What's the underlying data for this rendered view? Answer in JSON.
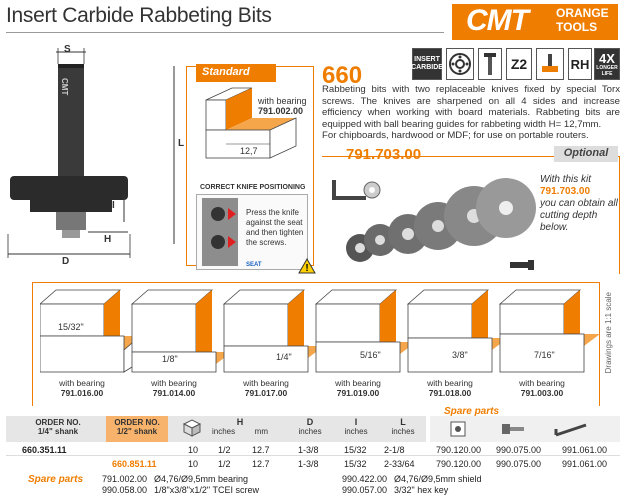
{
  "page": {
    "title": "Insert Carbide Rabbeting Bits"
  },
  "brand": {
    "name": "CMT",
    "line1": "ORANGE",
    "line2": "TOOLS",
    "color": "#ef7d00"
  },
  "badges": [
    {
      "label": "INSERT CARBIDE",
      "icon": "insert-carbide-icon"
    },
    {
      "label": "",
      "icon": "bearing-icon"
    },
    {
      "label": "",
      "icon": "torx-screw-icon"
    },
    {
      "label": "Z2",
      "icon": "z2-icon"
    },
    {
      "label": "",
      "icon": "shank-icon"
    },
    {
      "label": "RH",
      "icon": "rh-icon"
    },
    {
      "label": "4X",
      "sub": "LONGER LIFE",
      "icon": "4x-icon"
    }
  ],
  "product": {
    "code": "660",
    "description": "Rabbeting bits with two replaceable knives fixed by special Torx screws. The knives are sharpened on all 4 sides and increase efficiency when working with board materials. Rabbeting bits are equipped with ball bearing guides for rabbeting width H= 12,7mm.",
    "usage": "For chipboards, hardwood or MDF; for use on portable routers."
  },
  "diagram": {
    "labels": {
      "s": "S",
      "l": "L",
      "i": "I",
      "h": "H",
      "d": "D"
    },
    "shank_text": "CMT"
  },
  "standard": {
    "tag": "Standard",
    "caption": "with bearing",
    "code": "791.002.00",
    "dimension": "12,7"
  },
  "knife_position": {
    "title": "CORRECT KNIFE POSITIONING",
    "text": "Press the knife against the seat and then tighten the screws.",
    "seat_label": "SEAT"
  },
  "kit": {
    "code": "791.703.00",
    "tag": "Optional",
    "text_before": "With this kit",
    "text_code": "791.703.00",
    "text_after": "you can obtain all cutting depth below."
  },
  "profiles": [
    {
      "depth": "15/32\"",
      "caption": "with bearing",
      "code": "791.016.00"
    },
    {
      "depth": "1/8\"",
      "caption": "with bearing",
      "code": "791.014.00"
    },
    {
      "depth": "1/4\"",
      "caption": "with bearing",
      "code": "791.017.00"
    },
    {
      "depth": "5/16\"",
      "caption": "with bearing",
      "code": "791.019.00"
    },
    {
      "depth": "3/8\"",
      "caption": "with bearing",
      "code": "791.018.00"
    },
    {
      "depth": "7/16\"",
      "caption": "with bearing",
      "code": "791.003.00"
    }
  ],
  "scale_note": "Drawings are 1:1 scale",
  "table": {
    "headers": {
      "order1": "ORDER NO.",
      "order1_sub": "1/4\" shank",
      "order2": "ORDER NO.",
      "order2_sub": "1/2\" shank",
      "h": "H",
      "h_unit1": "inches",
      "h_unit2": "mm",
      "d": "D",
      "d_unit": "inches",
      "i": "I",
      "i_unit": "inches",
      "l": "L",
      "l_unit": "inches"
    },
    "rows": [
      {
        "order1": "660.351.11",
        "order2": "",
        "qty": "10",
        "h_in": "1/2",
        "h_mm": "12.7",
        "d": "1-3/8",
        "i": "15/32",
        "l": "2-1/8",
        "sp1": "790.120.00",
        "sp2": "990.075.00",
        "sp3": "991.061.00"
      },
      {
        "order1": "",
        "order2": "660.851.11",
        "qty": "10",
        "h_in": "1/2",
        "h_mm": "12.7",
        "d": "1-3/8",
        "i": "15/32",
        "l": "2-33/64",
        "sp1": "790.120.00",
        "sp2": "990.075.00",
        "sp3": "991.061.00"
      }
    ],
    "spare_header": "Spare parts"
  },
  "spare_parts": {
    "title": "Spare parts",
    "items": [
      {
        "code": "791.002.00",
        "desc": "Ø4,76/Ø9,5mm bearing"
      },
      {
        "code": "990.058.00",
        "desc": "1/8\"x3/8\"x1/2\" TCEI screw"
      },
      {
        "code": "990.422.00",
        "desc": "Ø4,76/Ø9,5mm shield"
      },
      {
        "code": "990.057.00",
        "desc": "3/32\" hex key"
      }
    ]
  }
}
